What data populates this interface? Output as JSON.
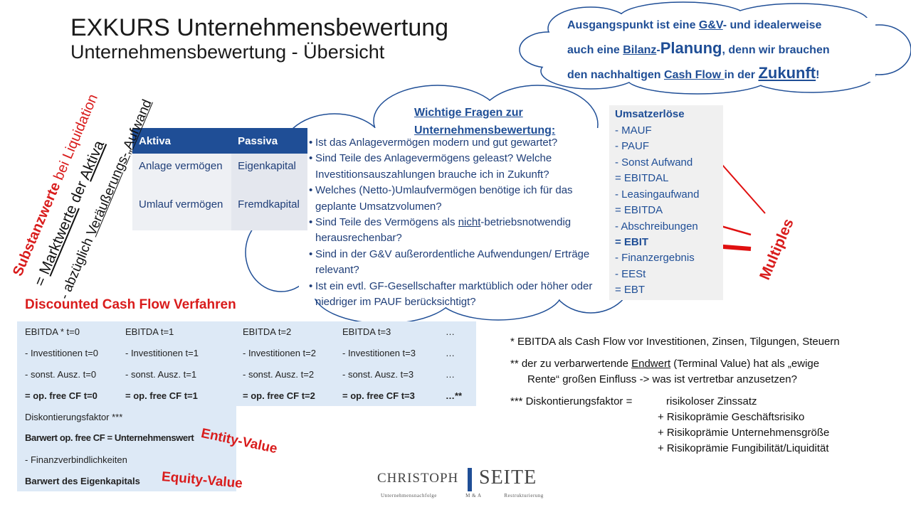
{
  "title": "EXKURS Unternehmensbewertung",
  "subtitle": "Unternehmensbewertung - Übersicht",
  "cloud": {
    "l1a": "Ausgangspunkt  ist eine ",
    "l1b": "G&V",
    "l1c": "- und  idealerweise",
    "l2a": "auch eine ",
    "l2b": "Bilanz",
    "l2c": "-",
    "l2d": "Planung",
    "l2e": ", denn wir brauchen",
    "l3a": "den nachhaltigen  ",
    "l3b": "Cash Flow ",
    "l3c": "in der ",
    "l3d": "Zukunft",
    "l3e": "!"
  },
  "questions": {
    "heading": "Wichtige Fragen zur Unternehmensbewertung:",
    "items": [
      "Ist das Anlagevermögen modern und gut gewartet?",
      "Sind Teile  des Anlagevermögens geleast? Welche Investitionsauszahlungen brauche ich in Zukunft?",
      "Welches (Netto-)Umlaufvermögen benötige ich für das geplante Umsatzvolumen?",
      "Sind Teile des Vermögens als nicht-betriebsnotwendig herausrechenbar?",
      "Sind in der G&V außerordentliche Aufwendungen/ Erträge relevant?",
      "Ist ein evtl. GF-Gesellschafter marktüblich oder höher oder niedriger im PAUF berücksichtigt?"
    ],
    "q4_pre": "Sind Teile des Vermögens als ",
    "q4_u": "nicht",
    "q4_post": "-betriebsnotwendig herausrechenbar?"
  },
  "balance": {
    "headers": [
      "Aktiva",
      "Passiva"
    ],
    "rows": [
      [
        "Anlage vermögen",
        "Eigenkapital"
      ],
      [
        "Umlauf vermögen",
        "Fremdkapital"
      ]
    ]
  },
  "income": [
    "Umsatzerlöse",
    "- MAUF",
    "- PAUF",
    "- Sonst Aufwand",
    "= EBITDAL",
    "- Leasingaufwand",
    "= EBITDA",
    "- Abschreibungen",
    "= EBIT",
    "- Finanzergebnis",
    "- EESt",
    "= EBT"
  ],
  "multiples": "Multiples",
  "substanz": {
    "a": "Substanzwerte",
    "b": " bei Liquidation",
    "l2a": "= ",
    "l2b": "Marktwerte",
    "l2c": " der ",
    "l2d": "Aktiva",
    "l3a": "- abzüglich ",
    "l3b": "Veräußerungs-„Aufwand"
  },
  "dcf": {
    "title": "Discounted Cash Flow Verfahren",
    "rows": [
      [
        "EBITDA * t=0",
        "EBITDA t=1",
        "EBITDA t=2",
        "EBITDA t=3",
        "…"
      ],
      [
        "- Investitionen t=0",
        "- Investitionen t=1",
        "- Investitionen t=2",
        "- Investitionen t=3",
        "…"
      ],
      [
        "- sonst. Ausz. t=0",
        "- sonst. Ausz. t=1",
        "- sonst. Ausz. t=2",
        "- sonst. Ausz. t=3",
        "…"
      ],
      [
        "= op. free CF t=0",
        "= op. free CF t=1",
        "= op. free CF t=2",
        "= op. free CF t=3",
        "…**"
      ]
    ],
    "lower": [
      "Diskontierungsfaktor ***",
      "Barwert op. free CF = Unternehmenswert",
      "- Finanzverbindlichkeiten",
      "Barwert des Eigenkapitals"
    ],
    "entity": "Entity-Value",
    "equity": "Equity-Value"
  },
  "notes": {
    "n1": "* EBITDA als Cash Flow vor Investitionen, Zinsen, Tilgungen, Steuern",
    "n2a": "** der zu verbarwertende ",
    "n2b": "Endwert",
    "n2c": " (Terminal Value) hat als „ewige",
    "n2d": "Rente“ großen Einfluss -> was ist vertretbar anzusetzen?",
    "n3": "*** Diskontierungsfaktor =",
    "n3a": "risikoloser Zinssatz",
    "n3b": "+ Risikoprämie Geschäftsrisiko",
    "n3c": "+ Risikoprämie Unternehmensgröße",
    "n3d": "+ Risikoprämie Fungibilität/Liquidität"
  },
  "logo": {
    "name": "CHRISTOPH",
    "name2": "SEITE",
    "sub1": "Unternehmensnachfolge",
    "sub2": "M & A",
    "sub3": "Restrukturierung"
  },
  "colors": {
    "blue": "#1f4e96",
    "red": "#d91c1c",
    "lightblue": "#dde9f6"
  }
}
